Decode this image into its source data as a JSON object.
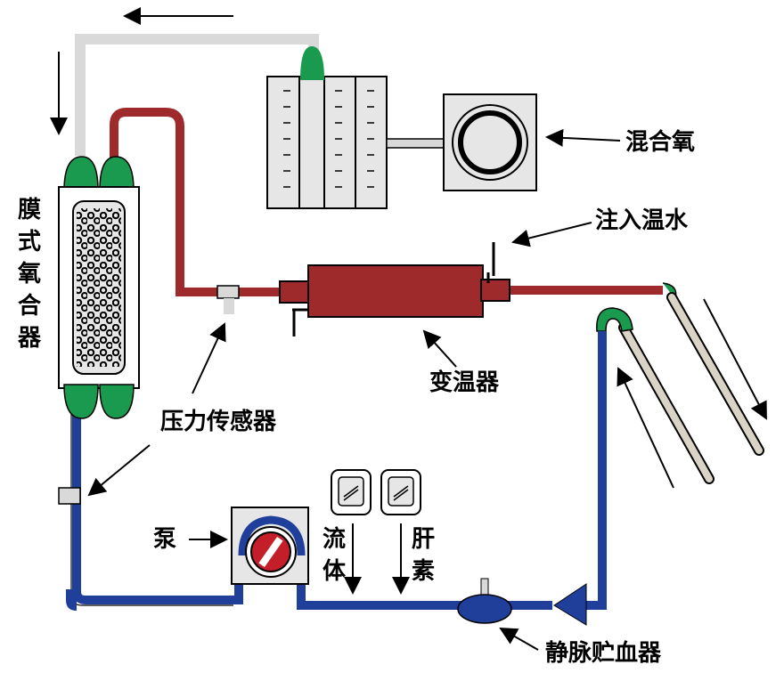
{
  "labels": {
    "oxygenator": "膜式氧合器",
    "mixed_oxygen": "混合氧",
    "inject_warm_water": "注入温水",
    "heat_exchanger": "变温器",
    "pressure_sensor": "压力传感器",
    "pump": "泵",
    "fluid": "流体",
    "heparin": "肝素",
    "venous_reservoir": "静脉贮血器"
  },
  "colors": {
    "arterial": "#9e2a2b",
    "venous": "#1f3f9a",
    "gas_line": "#d9d9d9",
    "connector": "#1a9a4f",
    "device_fill": "#e6e6e6"
  },
  "icons": {
    "fluid_bag": "bag-icon",
    "heparin_bag": "bag-icon",
    "pump_rotor": "roller-pump-icon"
  }
}
